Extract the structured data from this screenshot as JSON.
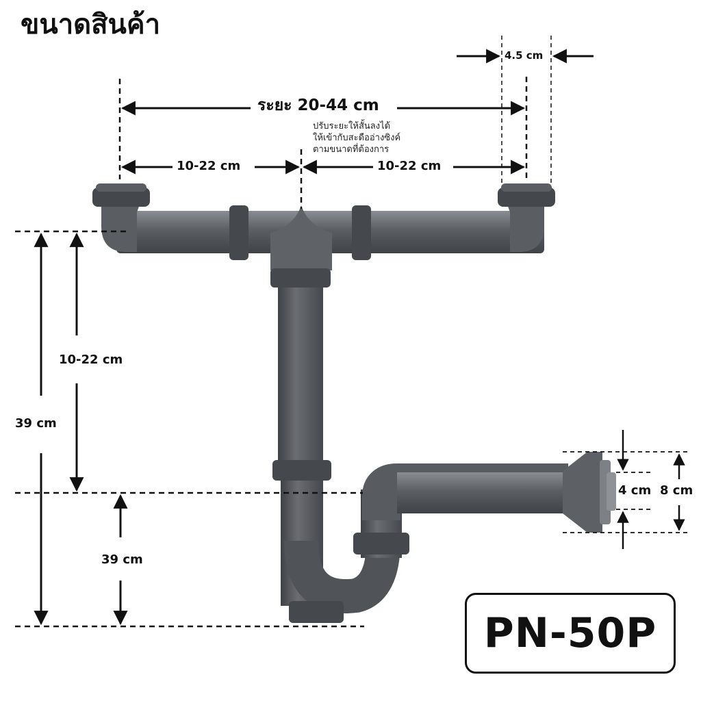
{
  "title": "ขนาดสินค้า",
  "dimensions": {
    "adjustable_range": "ระยะ 20-44 cm",
    "adjust_note": [
      "ปรับระยะให้สั้นลงได้",
      "ให้เข้ากับสะดืออ่างซิงค์",
      "ตามขนาดที่ต้องการ"
    ],
    "left_branch": "10-22 cm",
    "right_branch": "10-22 cm",
    "inlet_width": "4.5 cm",
    "vertical_adjust": "10-22 cm",
    "total_height": "39 cm",
    "trap_height": "39 cm",
    "outlet_inner": "4 cm",
    "outlet_outer": "8 cm"
  },
  "model": "PN-50P",
  "colors": {
    "pipe": "#5b5e63",
    "pipe_dark": "#3f4247",
    "pipe_light": "#8a8d91",
    "line": "#111111"
  }
}
